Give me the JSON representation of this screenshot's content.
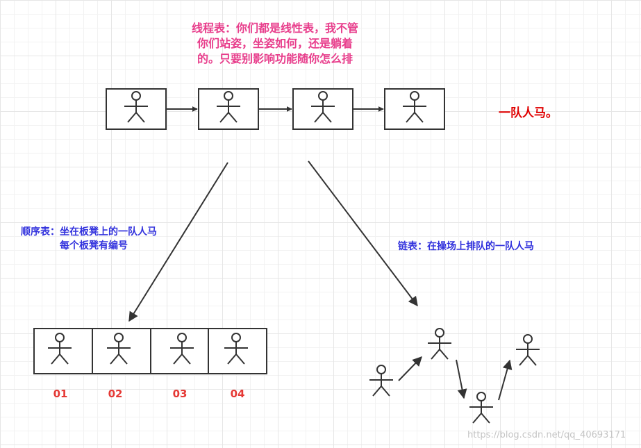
{
  "title": {
    "line1": "线程表：你们都是线性表，我不管",
    "line2": "你们站姿，坐姿如何，还是躺着",
    "line3": "的。只要别影响功能随你怎么排"
  },
  "team_label": "一队人马。",
  "sequential": {
    "line1": "顺序表：坐在板凳上的一队人马",
    "line2": "每个板凳有编号"
  },
  "linked": {
    "label": "链表：在操场上排队的一队人马"
  },
  "numbers": [
    "01",
    "02",
    "03",
    "04"
  ],
  "watermark": "https://blog.csdn.net/qq_40693171",
  "colors": {
    "stroke": "#333333",
    "title": "#e83e8c",
    "blue_text": "#3333dd",
    "red_text": "#e00000",
    "number": "#e53935"
  },
  "icons": {
    "person": "stick-figure-icon",
    "arrow": "arrow-icon"
  }
}
